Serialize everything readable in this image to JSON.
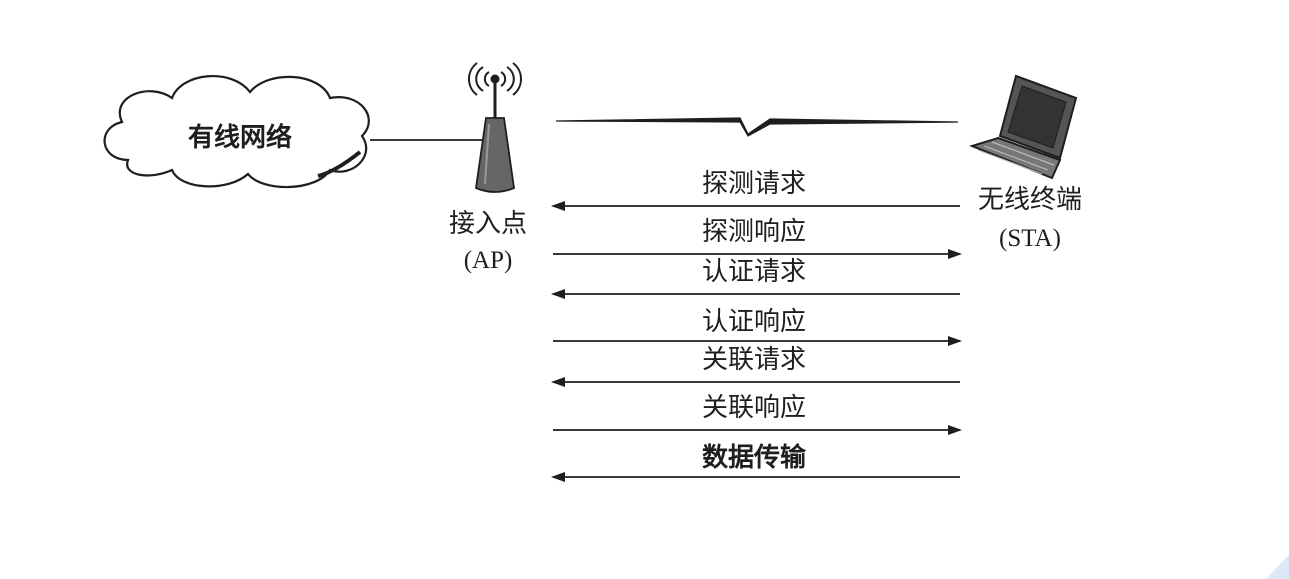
{
  "cloud": {
    "label": "有线网络"
  },
  "access_point": {
    "label": "接入点",
    "abbr": "(AP)"
  },
  "station": {
    "label": "无线终端",
    "abbr": "(STA)"
  },
  "messages": [
    {
      "label": "探测请求",
      "direction": "sta-to-ap"
    },
    {
      "label": "探测响应",
      "direction": "ap-to-sta"
    },
    {
      "label": "认证请求",
      "direction": "sta-to-ap"
    },
    {
      "label": "认证响应",
      "direction": "ap-to-sta"
    },
    {
      "label": "关联请求",
      "direction": "sta-to-ap"
    },
    {
      "label": "关联响应",
      "direction": "ap-to-sta"
    },
    {
      "label": "数据传输",
      "direction": "sta-to-ap"
    }
  ],
  "colors": {
    "ink": "#1e1e1e",
    "device": "#555555",
    "accent": "#dbe8f7"
  }
}
